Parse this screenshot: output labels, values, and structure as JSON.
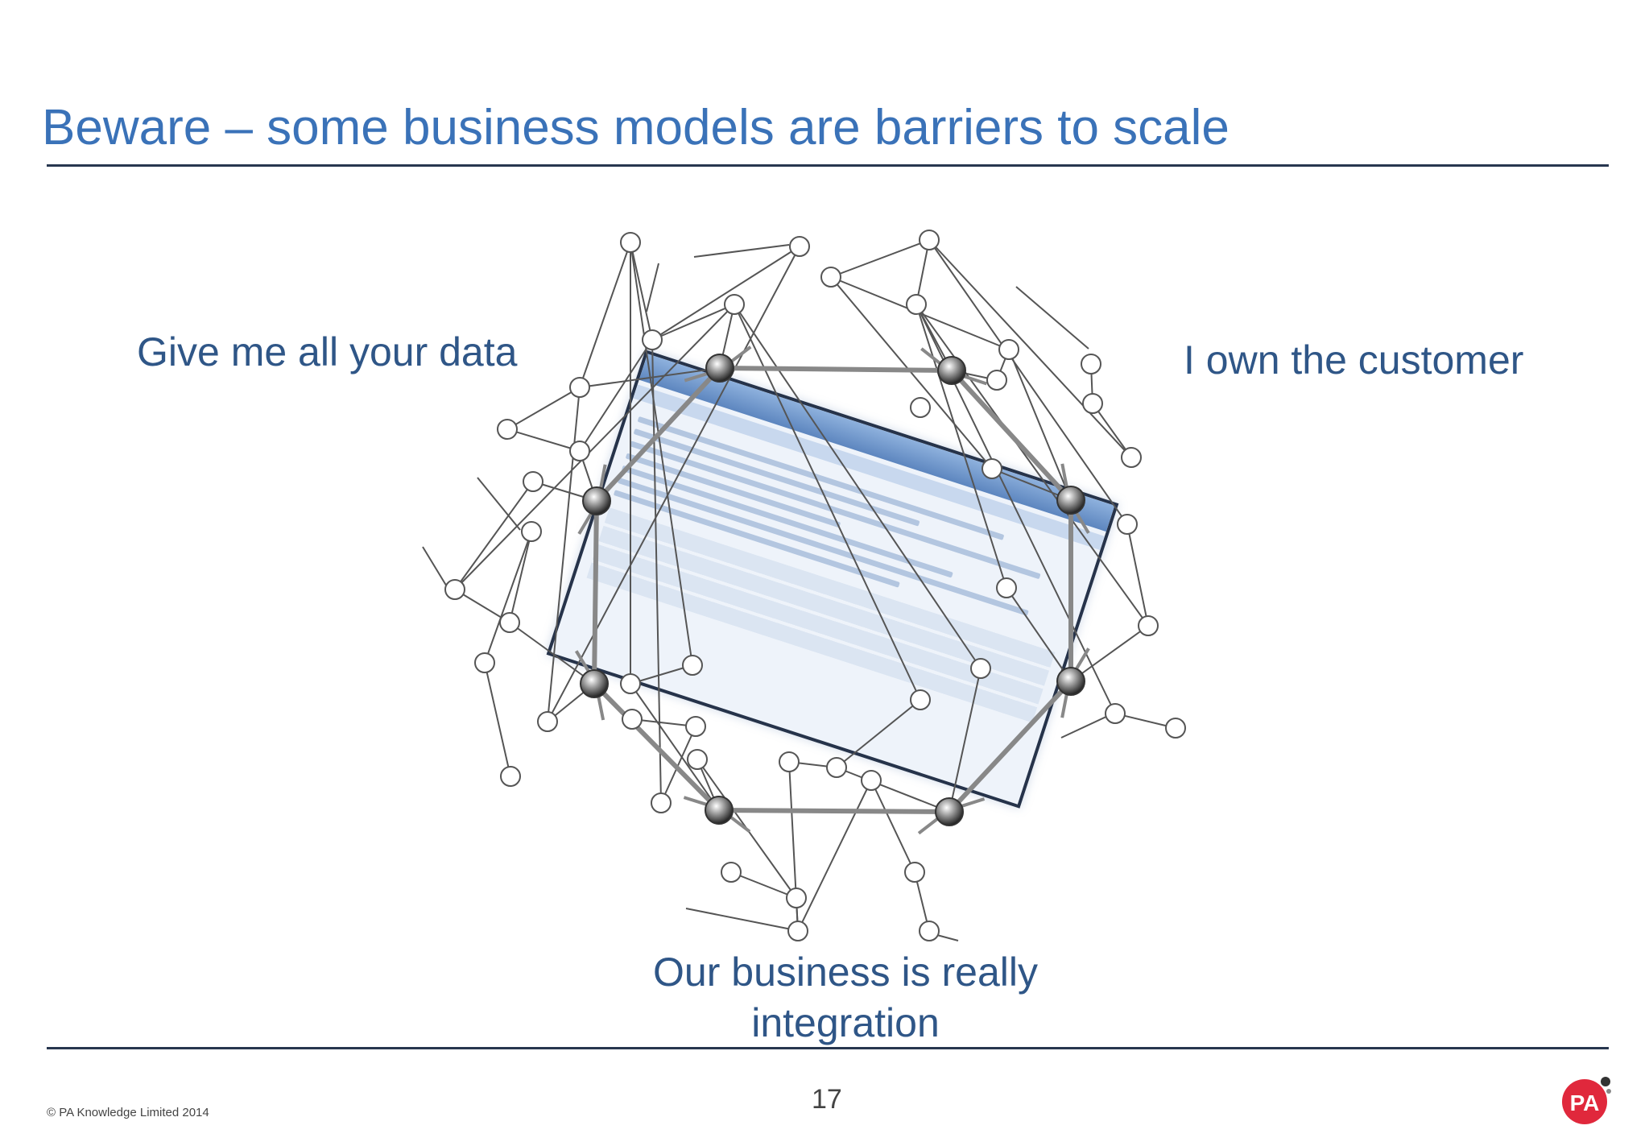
{
  "slide": {
    "title": "Beware – some business models are barriers to scale",
    "callouts": {
      "data": "Give me all your data",
      "customer": "I own the customer",
      "integration_line1": "Our business is really",
      "integration_line2": "integration"
    },
    "page_number": "17",
    "copyright": "© PA Knowledge Limited 2014",
    "logo_text": "PA"
  },
  "colors": {
    "title": "#3a72b8",
    "callout": "#2f5687",
    "rule": "#27364f",
    "node_stroke": "#555555",
    "hub_ring": "#888888",
    "logo": "#e0283c"
  },
  "icons": {
    "logo": "pa-consulting-logo",
    "hub_node": "sphere-node-icon",
    "leaf_node": "circle-node-icon"
  }
}
